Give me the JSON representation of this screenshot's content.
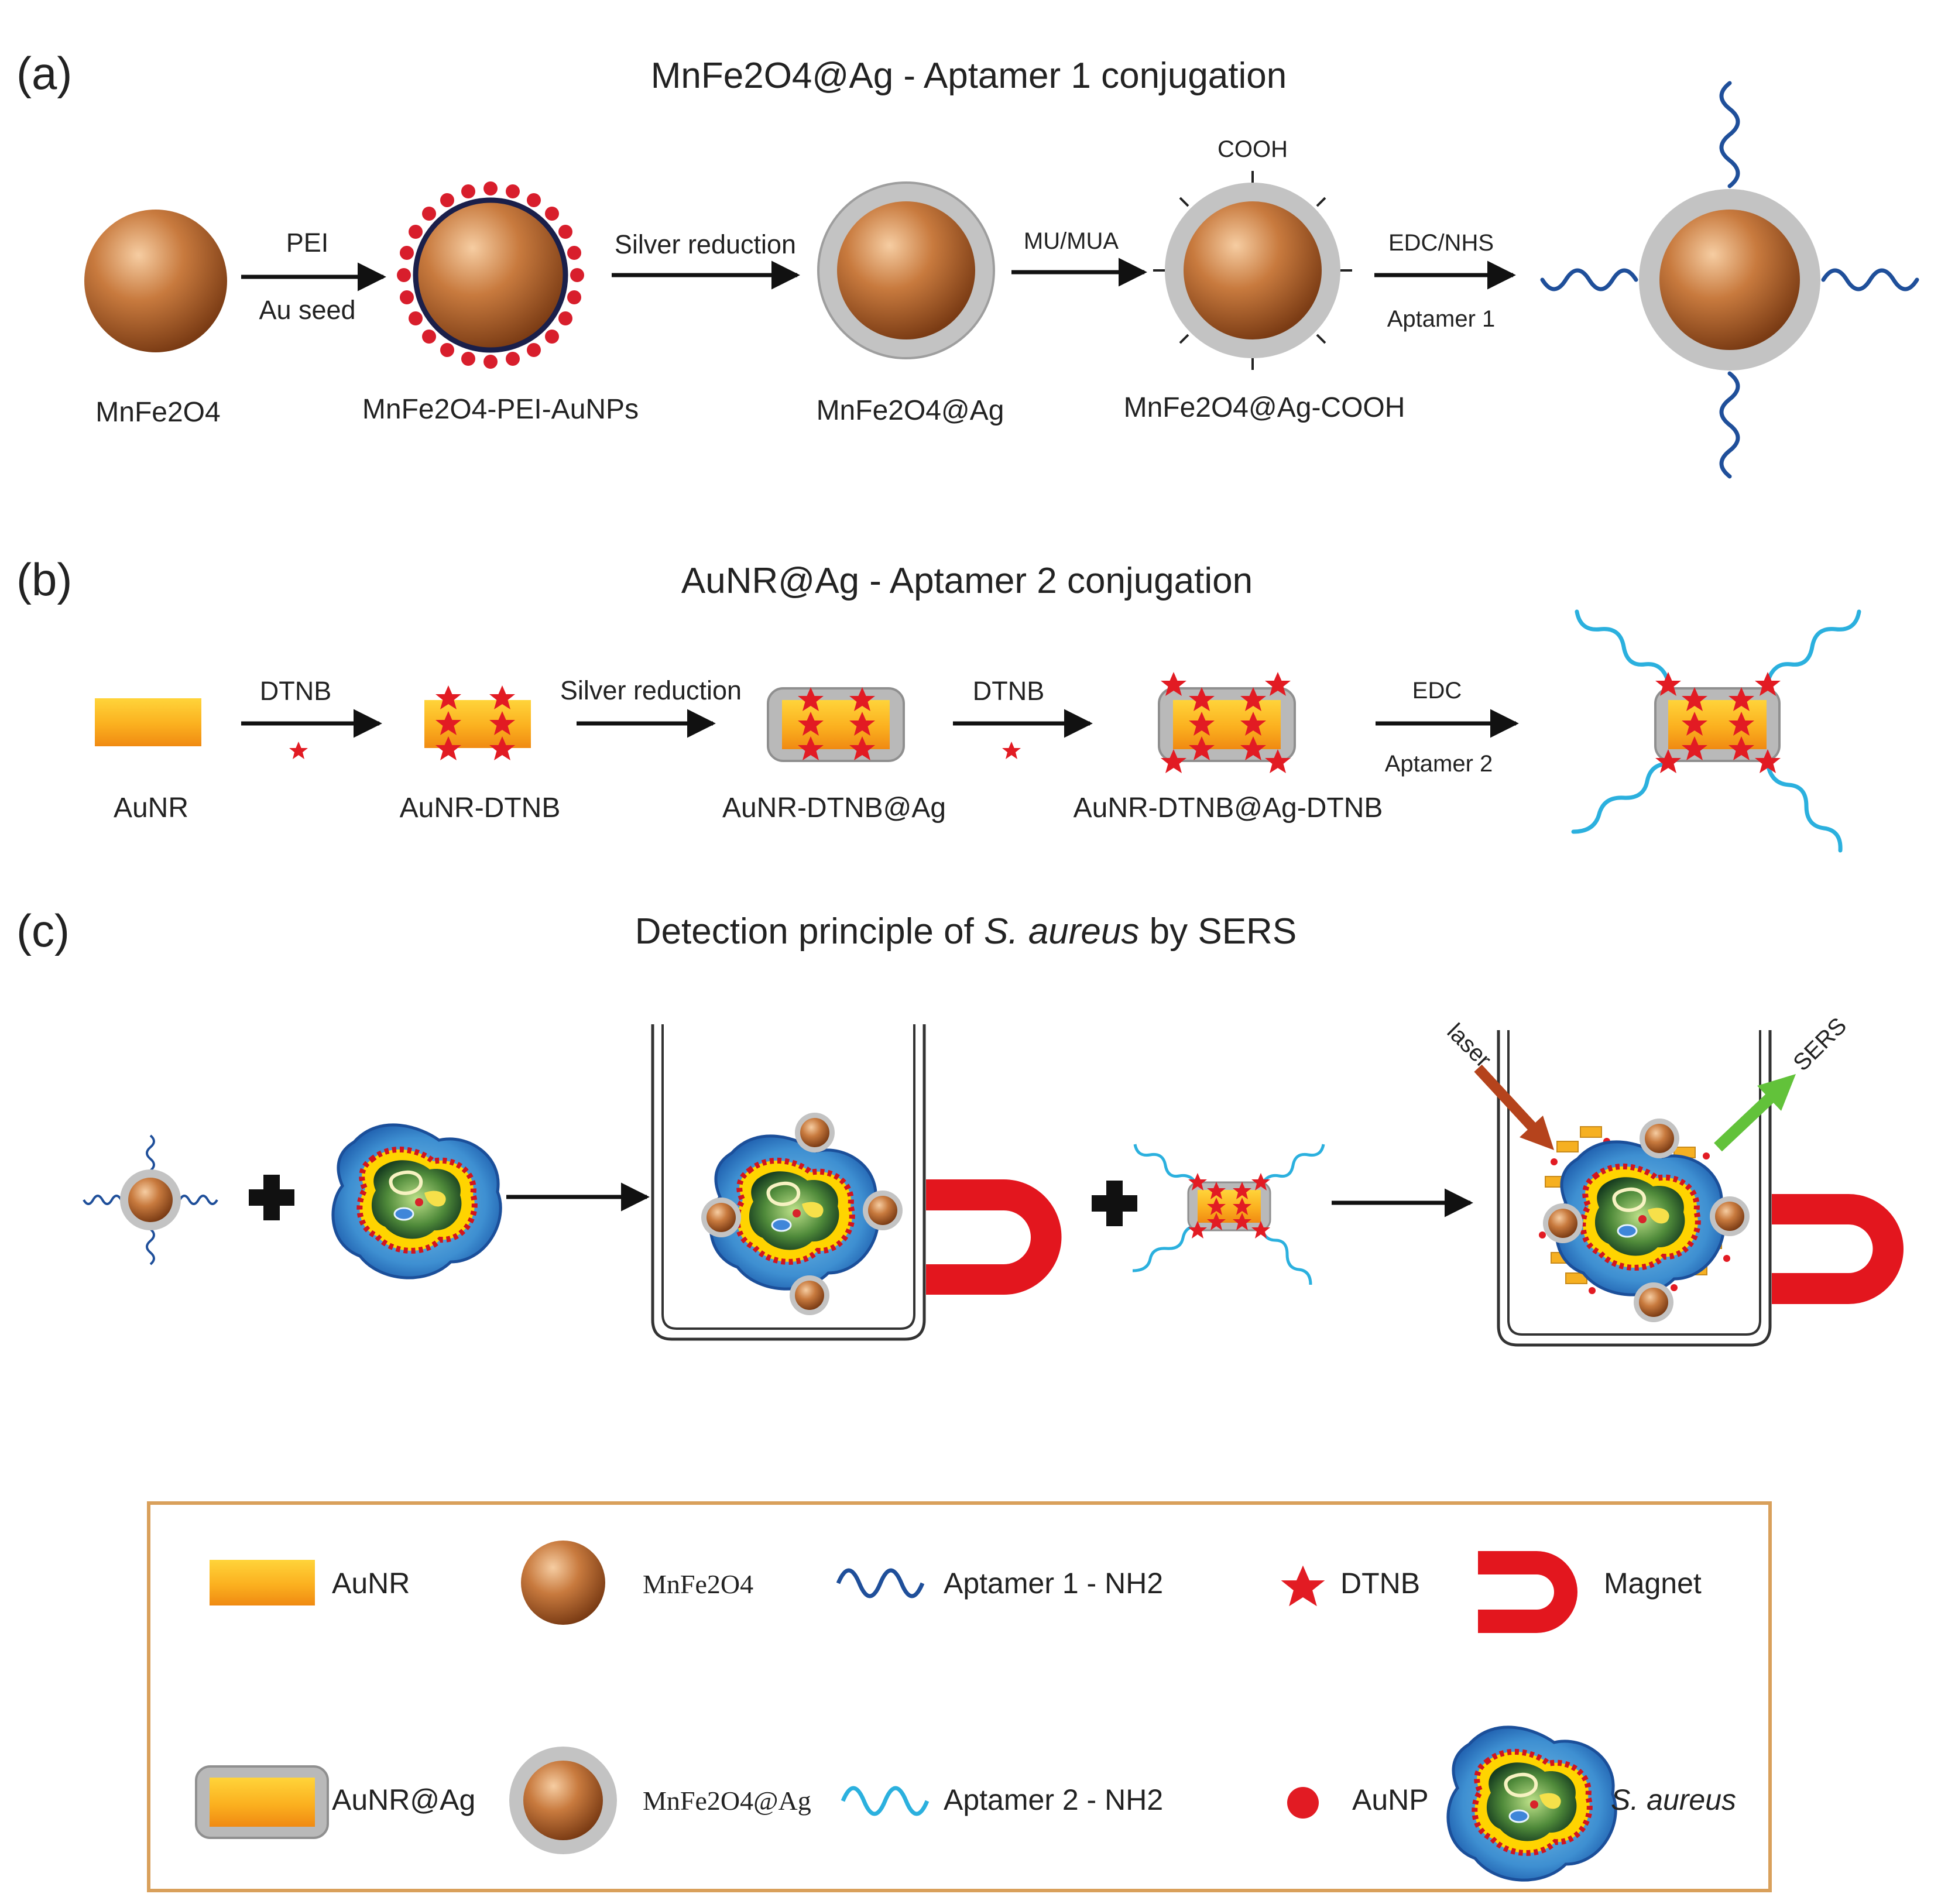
{
  "panel_a": {
    "letter": "(a)",
    "title": "MnFe2O4@Ag - Aptamer 1 conjugation",
    "labels": [
      "MnFe2O4",
      "MnFe2O4-PEI-AuNPs",
      "MnFe2O4@Ag",
      "MnFe2O4@Ag-COOH"
    ],
    "arrow1_top": "PEI",
    "arrow1_bottom": "Au seed",
    "arrow2_top": "Silver reduction",
    "arrow3_top": "MU/MUA",
    "cooh": "COOH",
    "arrow4_top": "EDC/NHS",
    "arrow4_bottom": "Aptamer 1"
  },
  "panel_b": {
    "letter": "(b)",
    "title": "AuNR@Ag - Aptamer 2 conjugation",
    "labels": [
      "AuNR",
      "AuNR-DTNB",
      "AuNR-DTNB@Ag",
      "AuNR-DTNB@Ag-DTNB"
    ],
    "arrow1_top": "DTNB",
    "arrow2_top": "Silver reduction",
    "arrow3_top": "DTNB",
    "arrow4_top": "EDC",
    "arrow4_bottom": "Aptamer 2"
  },
  "panel_c": {
    "letter": "(c)",
    "title_pre": "Detection principle of ",
    "title_italic": "S. aureus",
    "title_post": " by SERS",
    "laser": "laser",
    "sers": "SERS"
  },
  "legend": {
    "aunr": "AuNR",
    "mnfe2o4": "MnFe2O4",
    "aptamer1": "Aptamer 1 - NH2",
    "dtnb": "DTNB",
    "magnet": "Magnet",
    "aunr_ag": "AuNR@Ag",
    "mnfe2o4_ag": "MnFe2O4@Ag",
    "aptamer2": "Aptamer 2 - NH2",
    "aunp": "AuNP",
    "s_aureus": "S. aureus"
  },
  "colors": {
    "particle_core": "#b8622a",
    "silver_shell": "#b8b8b8",
    "aunp_dot": "#d81e2c",
    "aptamer1": "#1f4f9a",
    "aptamer2": "#2bb0de",
    "dtnb_star": "#e21b23",
    "magnet": "#e3161e",
    "laser_arrow": "#b5431c",
    "sers_arrow": "#62c23a",
    "legend_border": "#d9a05b"
  }
}
